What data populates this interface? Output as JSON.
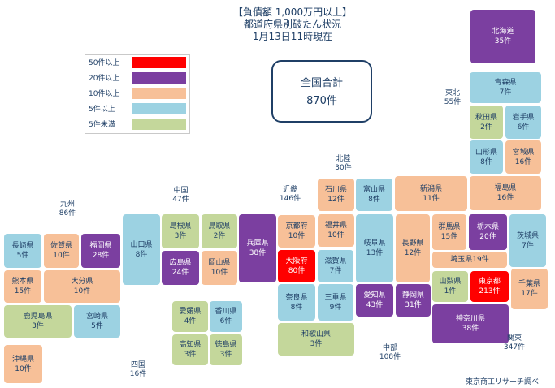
{
  "title_lines": [
    "【負債額 1,000万円以上】",
    "都道府県別破たん状況",
    "1月13日11時現在"
  ],
  "legend": [
    {
      "label": "50件以上",
      "color": "#ff0000"
    },
    {
      "label": "20件以上",
      "color": "#7b3fa0"
    },
    {
      "label": "10件以上",
      "color": "#f7c098"
    },
    {
      "label": "5件以上",
      "color": "#9cd2e2"
    },
    {
      "label": "5件未満",
      "color": "#c4d79b"
    }
  ],
  "total": {
    "label": "全国合計",
    "value": "870件"
  },
  "regions": [
    {
      "name": "北海道",
      "count": "35件",
      "key": "hokkaido"
    },
    {
      "name": "東北",
      "count": "55件",
      "key": "tohoku"
    },
    {
      "name": "北陸",
      "count": "30件",
      "key": "hokuriku"
    },
    {
      "name": "中国",
      "count": "47件",
      "key": "chugoku"
    },
    {
      "name": "近畿",
      "count": "146件",
      "key": "kinki"
    },
    {
      "name": "九州",
      "count": "86件",
      "key": "kyushu"
    },
    {
      "name": "四国",
      "count": "16件",
      "key": "shikoku"
    },
    {
      "name": "中部",
      "count": "108件",
      "key": "chubu"
    },
    {
      "name": "関東",
      "count": "347件",
      "key": "kanto"
    }
  ],
  "prefectures": [
    {
      "name": "北海道",
      "count": "35件",
      "color": "purple"
    },
    {
      "name": "青森県",
      "count": "7件",
      "color": "blue"
    },
    {
      "name": "秋田県",
      "count": "2件",
      "color": "green"
    },
    {
      "name": "岩手県",
      "count": "6件",
      "color": "blue"
    },
    {
      "name": "山形県",
      "count": "8件",
      "color": "blue"
    },
    {
      "name": "宮城県",
      "count": "16件",
      "color": "orange"
    },
    {
      "name": "福島県",
      "count": "16件",
      "color": "orange"
    },
    {
      "name": "新潟県",
      "count": "11件",
      "color": "orange"
    },
    {
      "name": "石川県",
      "count": "12件",
      "color": "orange"
    },
    {
      "name": "富山県",
      "count": "8件",
      "color": "blue"
    },
    {
      "name": "福井県",
      "count": "10件",
      "color": "orange"
    },
    {
      "name": "岐阜県",
      "count": "13件",
      "color": "blue"
    },
    {
      "name": "長野県",
      "count": "12件",
      "color": "orange"
    },
    {
      "name": "群馬県",
      "count": "15件",
      "color": "orange"
    },
    {
      "name": "栃木県",
      "count": "20件",
      "color": "purple"
    },
    {
      "name": "茨城県",
      "count": "7件",
      "color": "blue"
    },
    {
      "name": "埼玉県",
      "count": "19件",
      "color": "orange",
      "inline": true
    },
    {
      "name": "山梨県",
      "count": "1件",
      "color": "green"
    },
    {
      "name": "東京都",
      "count": "213件",
      "color": "red"
    },
    {
      "name": "千葉県",
      "count": "17件",
      "color": "orange"
    },
    {
      "name": "神奈川県",
      "count": "38件",
      "color": "purple"
    },
    {
      "name": "静岡県",
      "count": "31件",
      "color": "purple"
    },
    {
      "name": "愛知県",
      "count": "43件",
      "color": "purple"
    },
    {
      "name": "三重県",
      "count": "9件",
      "color": "blue"
    },
    {
      "name": "滋賀県",
      "count": "7件",
      "color": "blue"
    },
    {
      "name": "京都府",
      "count": "10件",
      "color": "orange"
    },
    {
      "name": "大阪府",
      "count": "80件",
      "color": "red"
    },
    {
      "name": "奈良県",
      "count": "8件",
      "color": "blue"
    },
    {
      "name": "和歌山県",
      "count": "3件",
      "color": "green"
    },
    {
      "name": "兵庫県",
      "count": "38件",
      "color": "purple"
    },
    {
      "name": "鳥取県",
      "count": "2件",
      "color": "green"
    },
    {
      "name": "島根県",
      "count": "3件",
      "color": "green"
    },
    {
      "name": "岡山県",
      "count": "10件",
      "color": "orange"
    },
    {
      "name": "広島県",
      "count": "24件",
      "color": "purple"
    },
    {
      "name": "山口県",
      "count": "8件",
      "color": "blue"
    },
    {
      "name": "香川県",
      "count": "6件",
      "color": "blue"
    },
    {
      "name": "愛媛県",
      "count": "4件",
      "color": "green"
    },
    {
      "name": "徳島県",
      "count": "3件",
      "color": "green"
    },
    {
      "name": "高知県",
      "count": "3件",
      "color": "green"
    },
    {
      "name": "福岡県",
      "count": "28件",
      "color": "purple"
    },
    {
      "name": "佐賀県",
      "count": "10件",
      "color": "orange"
    },
    {
      "name": "長崎県",
      "count": "5件",
      "color": "blue"
    },
    {
      "name": "大分県",
      "count": "10件",
      "color": "orange"
    },
    {
      "name": "熊本県",
      "count": "15件",
      "color": "orange"
    },
    {
      "name": "宮崎県",
      "count": "5件",
      "color": "blue"
    },
    {
      "name": "鹿児島県",
      "count": "3件",
      "color": "green"
    },
    {
      "name": "沖縄県",
      "count": "10件",
      "color": "orange"
    }
  ],
  "colors": {
    "red": "#ff0000",
    "purple": "#7b3fa0",
    "orange": "#f7c098",
    "blue": "#9cd2e2",
    "green": "#c4d79b"
  },
  "source": "東京商工リサーチ調べ"
}
